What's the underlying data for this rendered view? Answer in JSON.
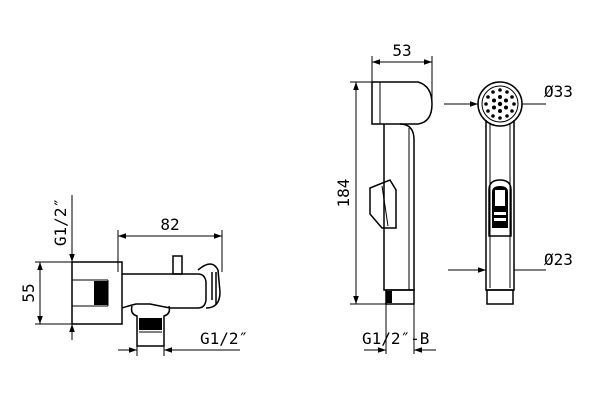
{
  "drawing": {
    "valve": {
      "width_label": "82",
      "height_label": "55",
      "thread_top_label": "G1/2″",
      "thread_bottom_label": "G1/2″"
    },
    "sprayer_side": {
      "width_label": "53",
      "length_label": "184",
      "thread_label": "G1/2″-B"
    },
    "sprayer_front": {
      "head_diameter_label": "Ø33",
      "base_diameter_label": "Ø23"
    }
  }
}
